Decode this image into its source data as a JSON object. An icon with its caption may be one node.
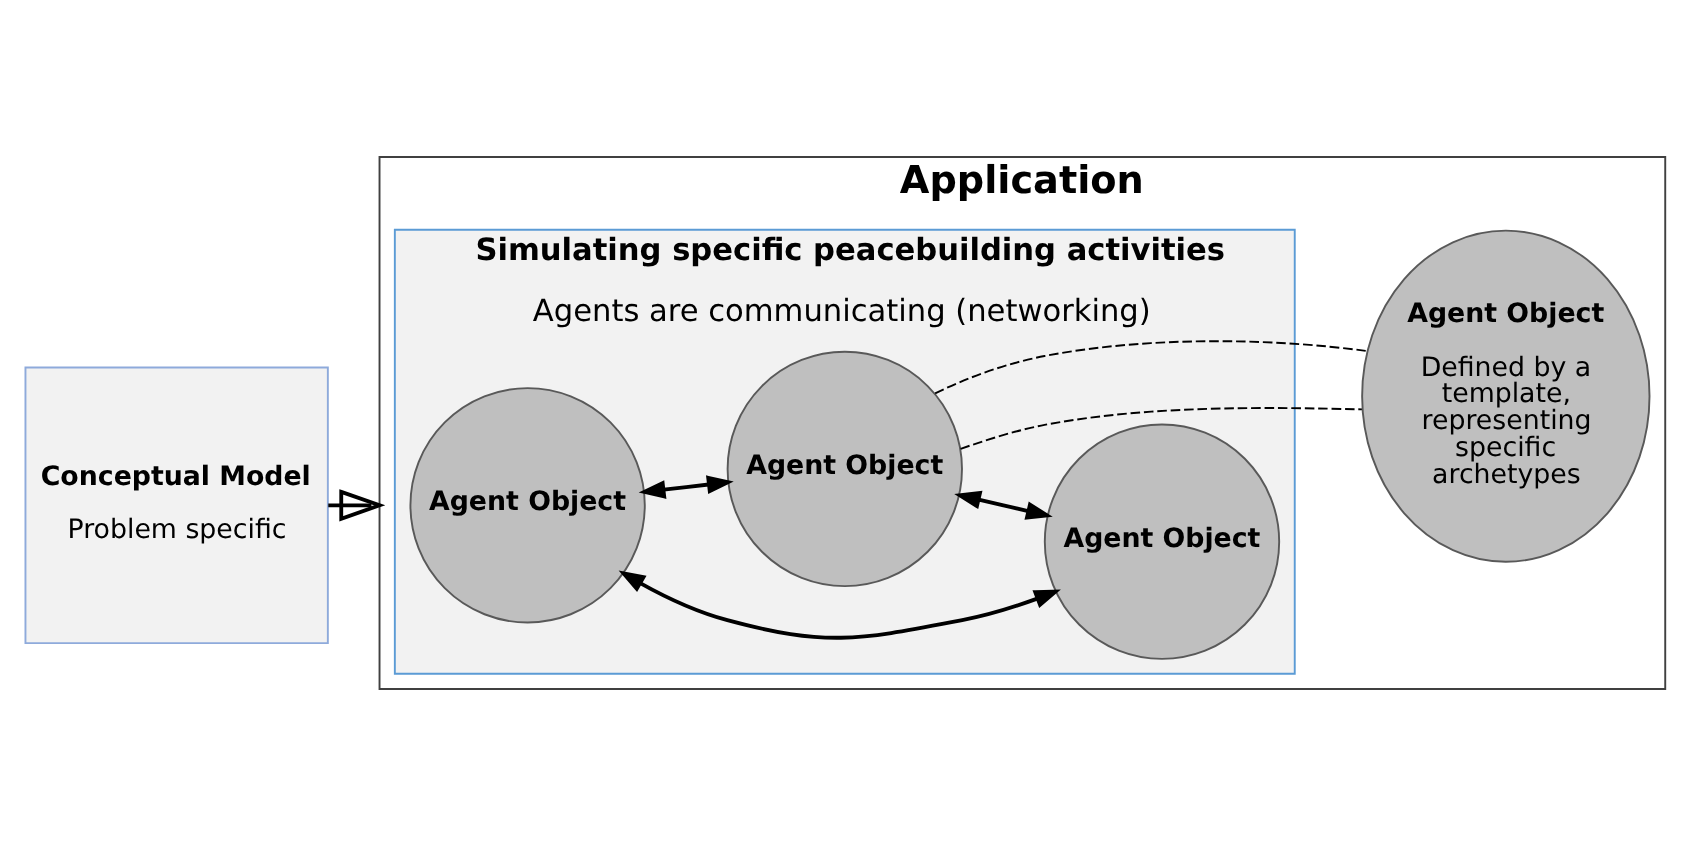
{
  "diagram": {
    "nodes": [
      {
        "text": [
          "Conceptual Model",
          "Problem specific"
        ]
      },
      {
        "text": [
          "Application"
        ]
      },
      {
        "text": [
          "Simulating specific peacebuilding activities",
          "Agents are communicating (networking)"
        ],
        "in": 1
      },
      {
        "text": [
          "Agent Object"
        ],
        "in": 2
      },
      {
        "text": [
          "Agent Object"
        ],
        "in": 2
      },
      {
        "text": [
          "Agent Object"
        ],
        "in": 2
      },
      {
        "text": [
          "Agent Object",
          "Defined by a template, representing specific archetypes"
        ],
        "in": 1
      }
    ],
    "edges": [
      {
        "from": 0,
        "to": 1,
        "arrow": "to"
      },
      {
        "from": 3,
        "to": 4,
        "arrow": "both"
      },
      {
        "from": 3,
        "to": 5,
        "arrow": "both"
      },
      {
        "from": 4,
        "to": 5,
        "arrow": "both"
      },
      {
        "from": 4,
        "to": 6,
        "arrow": "none",
        "style": "dashed"
      },
      {
        "from": 4,
        "to": 6,
        "arrow": "none",
        "style": "dashed"
      }
    ]
  }
}
